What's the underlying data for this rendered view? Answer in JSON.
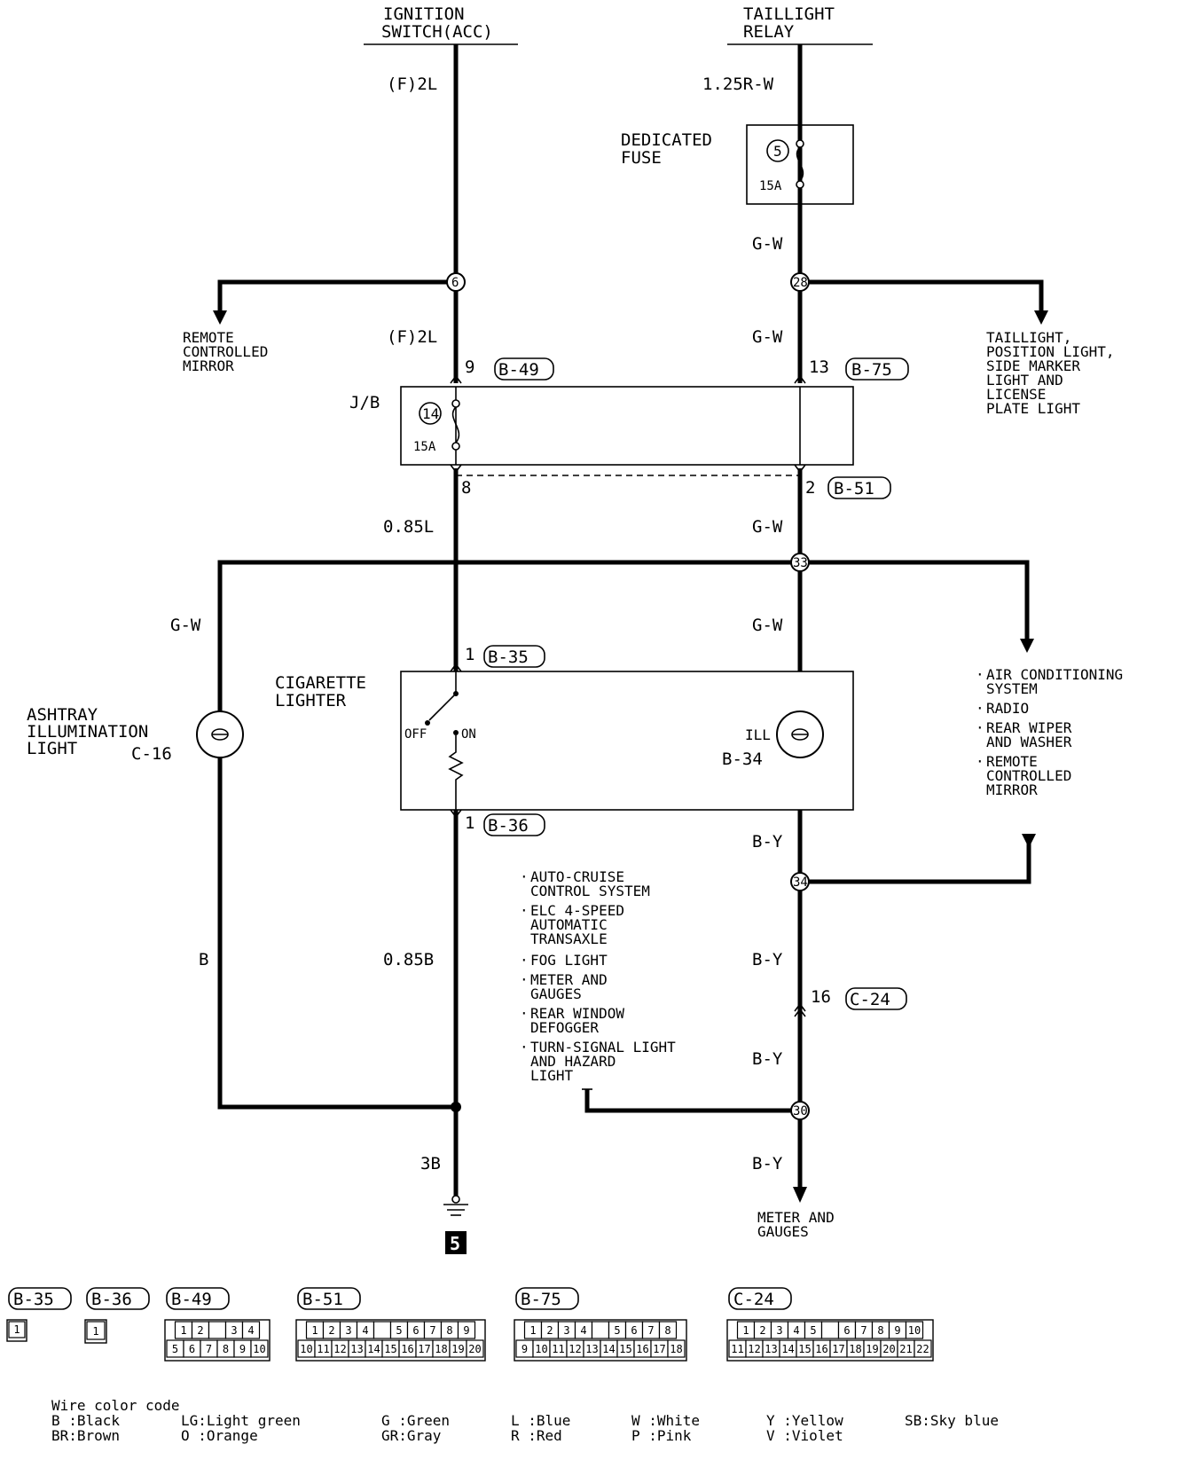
{
  "sources": {
    "ignition": [
      "IGNITION",
      "SWITCH(ACC)"
    ],
    "taillight": [
      "TAILLIGHT",
      "RELAY"
    ]
  },
  "wires": {
    "f2l_top": "(F)2L",
    "r125_w": "1.25R-W",
    "gw_fuse_out": "G-W",
    "f2l_mid": "(F)2L",
    "gw_mid": "G-W",
    "l085": "0.85L",
    "gw_b51": "G-W",
    "gw_left": "G-W",
    "gw_right": "G-W",
    "by_1": "B-Y",
    "b_left": "B",
    "b085": "0.85B",
    "by_2": "B-Y",
    "by_3": "B-Y",
    "b3": "3B",
    "by_4": "B-Y"
  },
  "fuse_dedicated": {
    "label": [
      "DEDICATED",
      "FUSE"
    ],
    "number": "5",
    "rating": "15A"
  },
  "junction_block": {
    "label": "J/B",
    "fuse_number": "14",
    "rating": "15A"
  },
  "splices": {
    "s6": "6",
    "s28": "28",
    "s33": "33",
    "s34": "34",
    "s30": "30"
  },
  "connectors": {
    "b49": {
      "pin": "9",
      "name": "B-49"
    },
    "b75": {
      "pin": "13",
      "name": "B-75"
    },
    "b51_left": {
      "pin": "8"
    },
    "b51": {
      "pin": "2",
      "name": "B-51"
    },
    "b35": {
      "pin": "1",
      "name": "B-35"
    },
    "b36": {
      "pin": "1",
      "name": "B-36"
    },
    "c24": {
      "pin": "16",
      "name": "C-24"
    }
  },
  "destinations": {
    "remote_mirror": [
      "REMOTE",
      "CONTROLLED",
      "MIRROR"
    ],
    "taillight_group": [
      "TAILLIGHT,",
      "POSITION LIGHT,",
      "SIDE MARKER",
      "LIGHT AND",
      "LICENSE",
      "PLATE LIGHT"
    ],
    "meter": [
      "METER AND",
      "GAUGES"
    ]
  },
  "components": {
    "ashtray": {
      "label": [
        "ASHTRAY",
        "ILLUMINATION",
        "LIGHT"
      ],
      "code": "C-16"
    },
    "lighter": {
      "label": [
        "CIGARETTE",
        "LIGHTER"
      ],
      "off": "OFF",
      "on": "ON",
      "ill": "ILL",
      "code": "B-34"
    }
  },
  "lists": {
    "right": [
      [
        "AIR CONDITIONING",
        "SYSTEM"
      ],
      [
        "RADIO"
      ],
      [
        "REAR WIPER",
        "AND WASHER"
      ],
      [
        "REMOTE",
        "CONTROLLED",
        "MIRROR"
      ]
    ],
    "center": [
      [
        "AUTO-CRUISE",
        "CONTROL SYSTEM"
      ],
      [
        "ELC 4-SPEED",
        "AUTOMATIC",
        "TRANSAXLE"
      ],
      [
        "FOG LIGHT"
      ],
      [
        "METER AND",
        "GAUGES"
      ],
      [
        "REAR WINDOW",
        "DEFOGGER"
      ],
      [
        "TURN-SIGNAL LIGHT",
        "AND HAZARD",
        "LIGHT"
      ]
    ]
  },
  "ground": "5",
  "connector_views": [
    {
      "name": "B-35",
      "rows": [
        [
          "1"
        ]
      ]
    },
    {
      "name": "B-36",
      "rows": [
        [
          "1"
        ]
      ]
    },
    {
      "name": "B-49",
      "rows": [
        [
          "1",
          "2",
          "",
          "3",
          "4"
        ],
        [
          "5",
          "6",
          "7",
          "8",
          "9",
          "10"
        ]
      ]
    },
    {
      "name": "B-51",
      "rows": [
        [
          "1",
          "2",
          "3",
          "4",
          "",
          "5",
          "6",
          "7",
          "8",
          "9"
        ],
        [
          "10",
          "11",
          "12",
          "13",
          "14",
          "15",
          "16",
          "17",
          "18",
          "19",
          "20"
        ]
      ]
    },
    {
      "name": "B-75",
      "rows": [
        [
          "1",
          "2",
          "3",
          "4",
          "",
          "5",
          "6",
          "7",
          "8"
        ],
        [
          "9",
          "10",
          "11",
          "12",
          "13",
          "14",
          "15",
          "16",
          "17",
          "18"
        ]
      ]
    },
    {
      "name": "C-24",
      "rows": [
        [
          "1",
          "2",
          "3",
          "4",
          "5",
          "",
          "6",
          "7",
          "8",
          "9",
          "10"
        ],
        [
          "11",
          "12",
          "13",
          "14",
          "15",
          "16",
          "17",
          "18",
          "19",
          "20",
          "21",
          "22"
        ]
      ]
    }
  ],
  "legend": {
    "title": "Wire color code",
    "columns": [
      [
        "B :Black",
        "BR:Brown"
      ],
      [
        "LG:Light green",
        "O :Orange"
      ],
      [
        "G :Green",
        "GR:Gray"
      ],
      [
        "L :Blue",
        "R :Red"
      ],
      [
        "W :White",
        "P :Pink"
      ],
      [
        "Y :Yellow",
        "V :Violet"
      ],
      [
        "SB:Sky blue"
      ]
    ]
  }
}
